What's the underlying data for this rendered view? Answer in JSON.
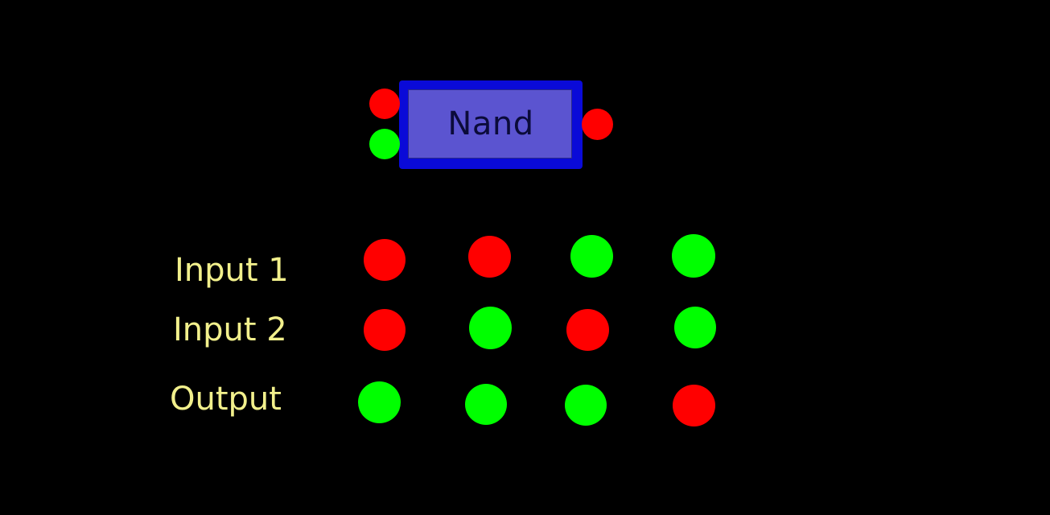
{
  "gate": {
    "label": "Nand",
    "inputs": [
      "red",
      "green"
    ],
    "output": "red"
  },
  "truth_table": {
    "rows": [
      {
        "label": "Input 1",
        "states": [
          "red",
          "red",
          "green",
          "green"
        ]
      },
      {
        "label": "Input 2",
        "states": [
          "red",
          "green",
          "red",
          "green"
        ]
      },
      {
        "label": "Output",
        "states": [
          "green",
          "green",
          "green",
          "red"
        ]
      }
    ]
  },
  "colors": {
    "background": "#000000",
    "red": "#ff0000",
    "green": "#00ff00",
    "gate_border": "#0a0ad8",
    "gate_fill": "#5b54d0",
    "label_text": "#f2f08c"
  }
}
